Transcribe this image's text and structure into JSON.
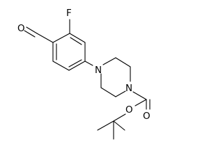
{
  "structure": {
    "atoms": {
      "fluorine": "F",
      "aldehyde_oxygen": "O",
      "piperazine_nitrogen_aryl": "N",
      "piperazine_nitrogen_carbamate": "N",
      "carbonyl_oxygen": "O",
      "ester_oxygen": "O"
    }
  }
}
